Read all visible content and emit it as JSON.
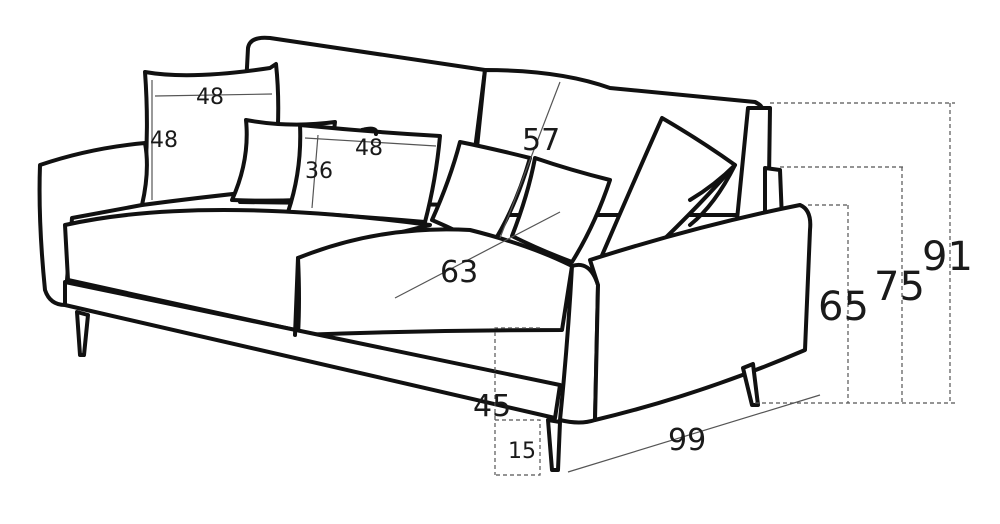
{
  "diagram": {
    "subject": "sofa-dimensions",
    "colors": {
      "line": "#111111",
      "dimension": "#555555",
      "background": "#ffffff"
    },
    "dimensions": {
      "back_pillow_width": "48",
      "back_pillow_height": "48",
      "small_pillow_width": "48",
      "small_pillow_height": "36",
      "seat_width": "63",
      "seat_depth": "57",
      "seat_height": "45",
      "leg_height": "15",
      "total_depth": "99",
      "armrest_height": "65",
      "back_cushion_height": "75",
      "total_height": "91"
    }
  }
}
